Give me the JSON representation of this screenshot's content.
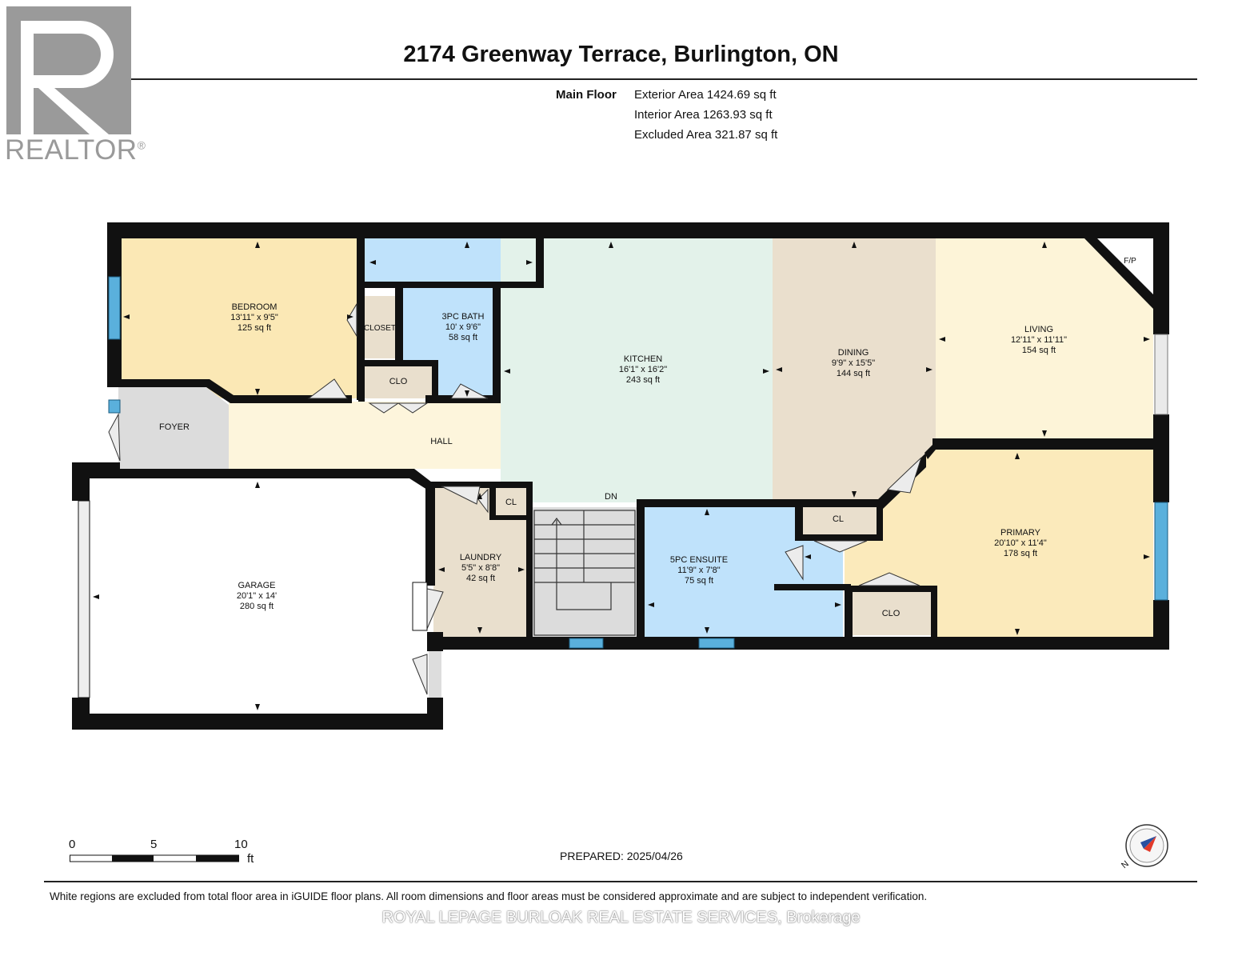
{
  "header": {
    "title": "2174 Greenway Terrace, Burlington, ON",
    "floor_label": "Main Floor",
    "areas": [
      "Exterior Area 1424.69 sq ft",
      "Interior Area 1263.93 sq ft",
      "Excluded Area 321.87 sq ft"
    ]
  },
  "logo": {
    "text": "REALTOR",
    "mark": "®"
  },
  "rooms": {
    "bedroom": {
      "name": "BEDROOM",
      "dims": "13'11\" x 9'5\"",
      "area": "125 sq ft"
    },
    "bath": {
      "name": "3PC BATH",
      "dims": "10' x 9'6\"",
      "area": "58 sq ft"
    },
    "kitchen": {
      "name": "KITCHEN",
      "dims": "16'1\" x 16'2\"",
      "area": "243 sq ft"
    },
    "dining": {
      "name": "DINING",
      "dims": "9'9\" x 15'5\"",
      "area": "144 sq ft"
    },
    "living": {
      "name": "LIVING",
      "dims": "12'11\" x 11'11\"",
      "area": "154 sq ft"
    },
    "garage": {
      "name": "GARAGE",
      "dims": "20'1\" x 14'",
      "area": "280 sq ft"
    },
    "laundry": {
      "name": "LAUNDRY",
      "dims": "5'5\" x 8'8\"",
      "area": "42 sq ft"
    },
    "ensuite": {
      "name": "5PC ENSUITE",
      "dims": "11'9\" x 7'8\"",
      "area": "75 sq ft"
    },
    "primary": {
      "name": "PRIMARY",
      "dims": "20'10\" x 11'4\"",
      "area": "178 sq ft"
    }
  },
  "labels": {
    "closet": "CLOSET",
    "clo_bath": "CLO",
    "foyer": "FOYER",
    "hall": "HALL",
    "cl_laundry": "CL",
    "dn": "DN",
    "cl_ensuite": "CL",
    "clo_primary": "CLO",
    "fp": "F/P"
  },
  "scale": {
    "ticks": [
      "0",
      "5",
      "10"
    ],
    "unit": "ft"
  },
  "prepared": "PREPARED: 2025/04/26",
  "compass": {
    "label": "N"
  },
  "disclaimer": "White regions are excluded from total floor area in iGUIDE floor plans. All room dimensions and floor areas must be considered approximate and are subject to independent verification.",
  "brokerage": "ROYAL LEPAGE BURLOAK REAL ESTATE SERVICES, Brokerage",
  "colors": {
    "bedroom": "#fbe8b5",
    "bath": "#bfe2fb",
    "kitchen": "#e3f2ea",
    "dining": "#eadfcd",
    "living": "#fdf4d8",
    "primary": "#fbeabb",
    "laundry": "#e9dfcd",
    "ensuite": "#bfe2fb",
    "foyer": "#dcdcdc",
    "hall": "#fdf5dc",
    "stairs": "#dcdcdc",
    "closet": "#e9dfcd",
    "window": "#5ab0dc",
    "wall": "#111111"
  }
}
